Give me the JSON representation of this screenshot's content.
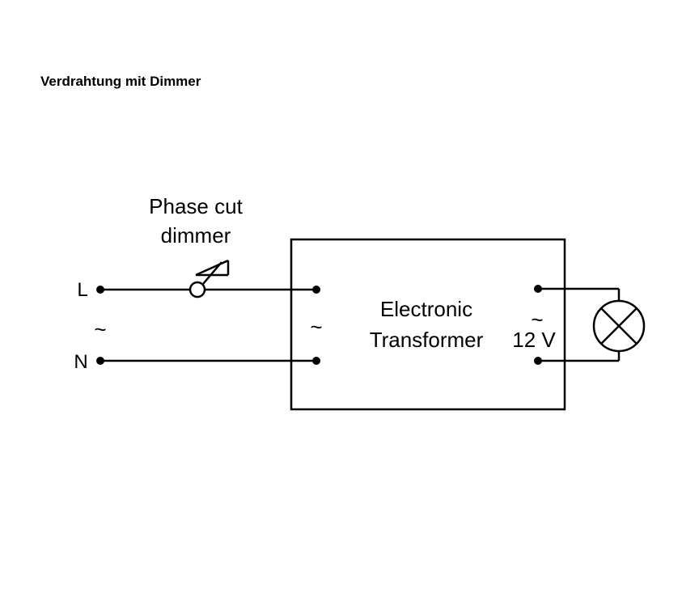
{
  "heading": "Verdrahtung mit Dimmer",
  "diagram": {
    "dimmer_label_line1": "Phase cut",
    "dimmer_label_line2": "dimmer",
    "terminal_l": "L",
    "terminal_n": "N",
    "ac_symbol": "~",
    "transformer_line1": "Electronic",
    "transformer_line2": "Transformer",
    "output_voltage": "12 V",
    "colors": {
      "stroke": "#000000",
      "background": "#ffffff"
    },
    "icons": [
      "dimmer-symbol-icon",
      "lamp-icon",
      "terminal-dot-icon"
    ]
  }
}
